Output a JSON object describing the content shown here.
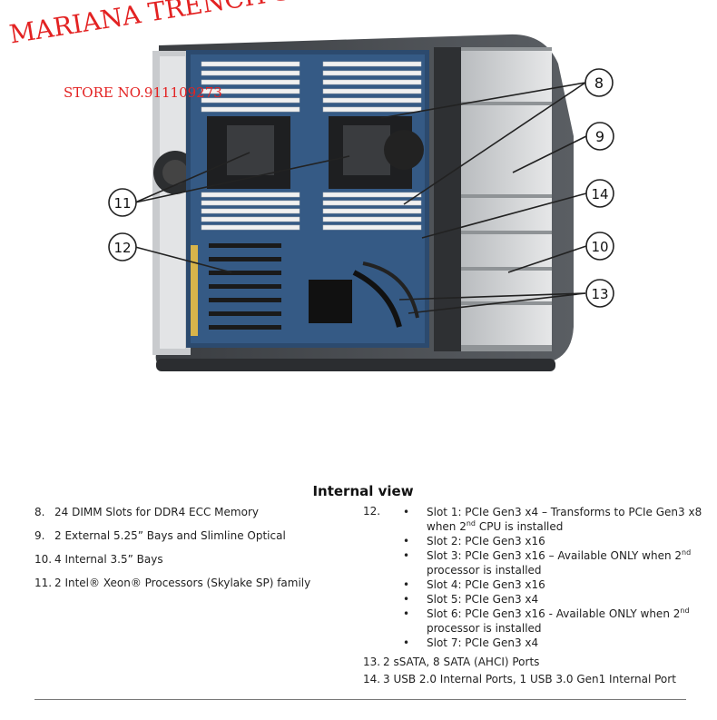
{
  "watermark": {
    "store_name": "MARIANA TRENCH STORE",
    "store_no": "STORE NO.911109273"
  },
  "callouts": [
    "8",
    "9",
    "10",
    "11",
    "12",
    "13",
    "14"
  ],
  "heading": "Internal view",
  "items_left": [
    {
      "num": "8.",
      "text": "24 DIMM Slots for DDR4 ECC Memory"
    },
    {
      "num": "9.",
      "text": "2 External 5.25” Bays and Slimline Optical"
    },
    {
      "num": "10.",
      "text": "4 Internal 3.5” Bays"
    },
    {
      "num": "11.",
      "text": "2 Intel® Xeon® Processors (Skylake SP) family"
    }
  ],
  "item12": {
    "num": "12.",
    "slots": [
      {
        "line1": "Slot 1: PCIe Gen3 x4 – Transforms to PCIe Gen3 x8",
        "line2a": "when 2",
        "sup": "nd",
        "line2b": " CPU is installed"
      },
      {
        "line1": "Slot 2: PCIe Gen3 x16"
      },
      {
        "line1a": "Slot 3: PCIe Gen3 x16 – Available ONLY when 2",
        "sup": "nd",
        "line2": "processor is installed"
      },
      {
        "line1": "Slot 4: PCIe Gen3 x16"
      },
      {
        "line1": "Slot 5: PCIe Gen3 x4"
      },
      {
        "line1a": "Slot 6: PCIe Gen3 x16 - Available ONLY when 2",
        "sup": "nd",
        "line2": "processor is installed"
      },
      {
        "line1": "Slot 7: PCIe Gen3 x4"
      }
    ]
  },
  "items_bottom": [
    {
      "num": "13.",
      "text": "2 sSATA, 8 SATA (AHCI) Ports"
    },
    {
      "num": "14.",
      "text": "3 USB 2.0 Internal Ports, 1 USB 3.0 Gen1 Internal Port"
    }
  ]
}
